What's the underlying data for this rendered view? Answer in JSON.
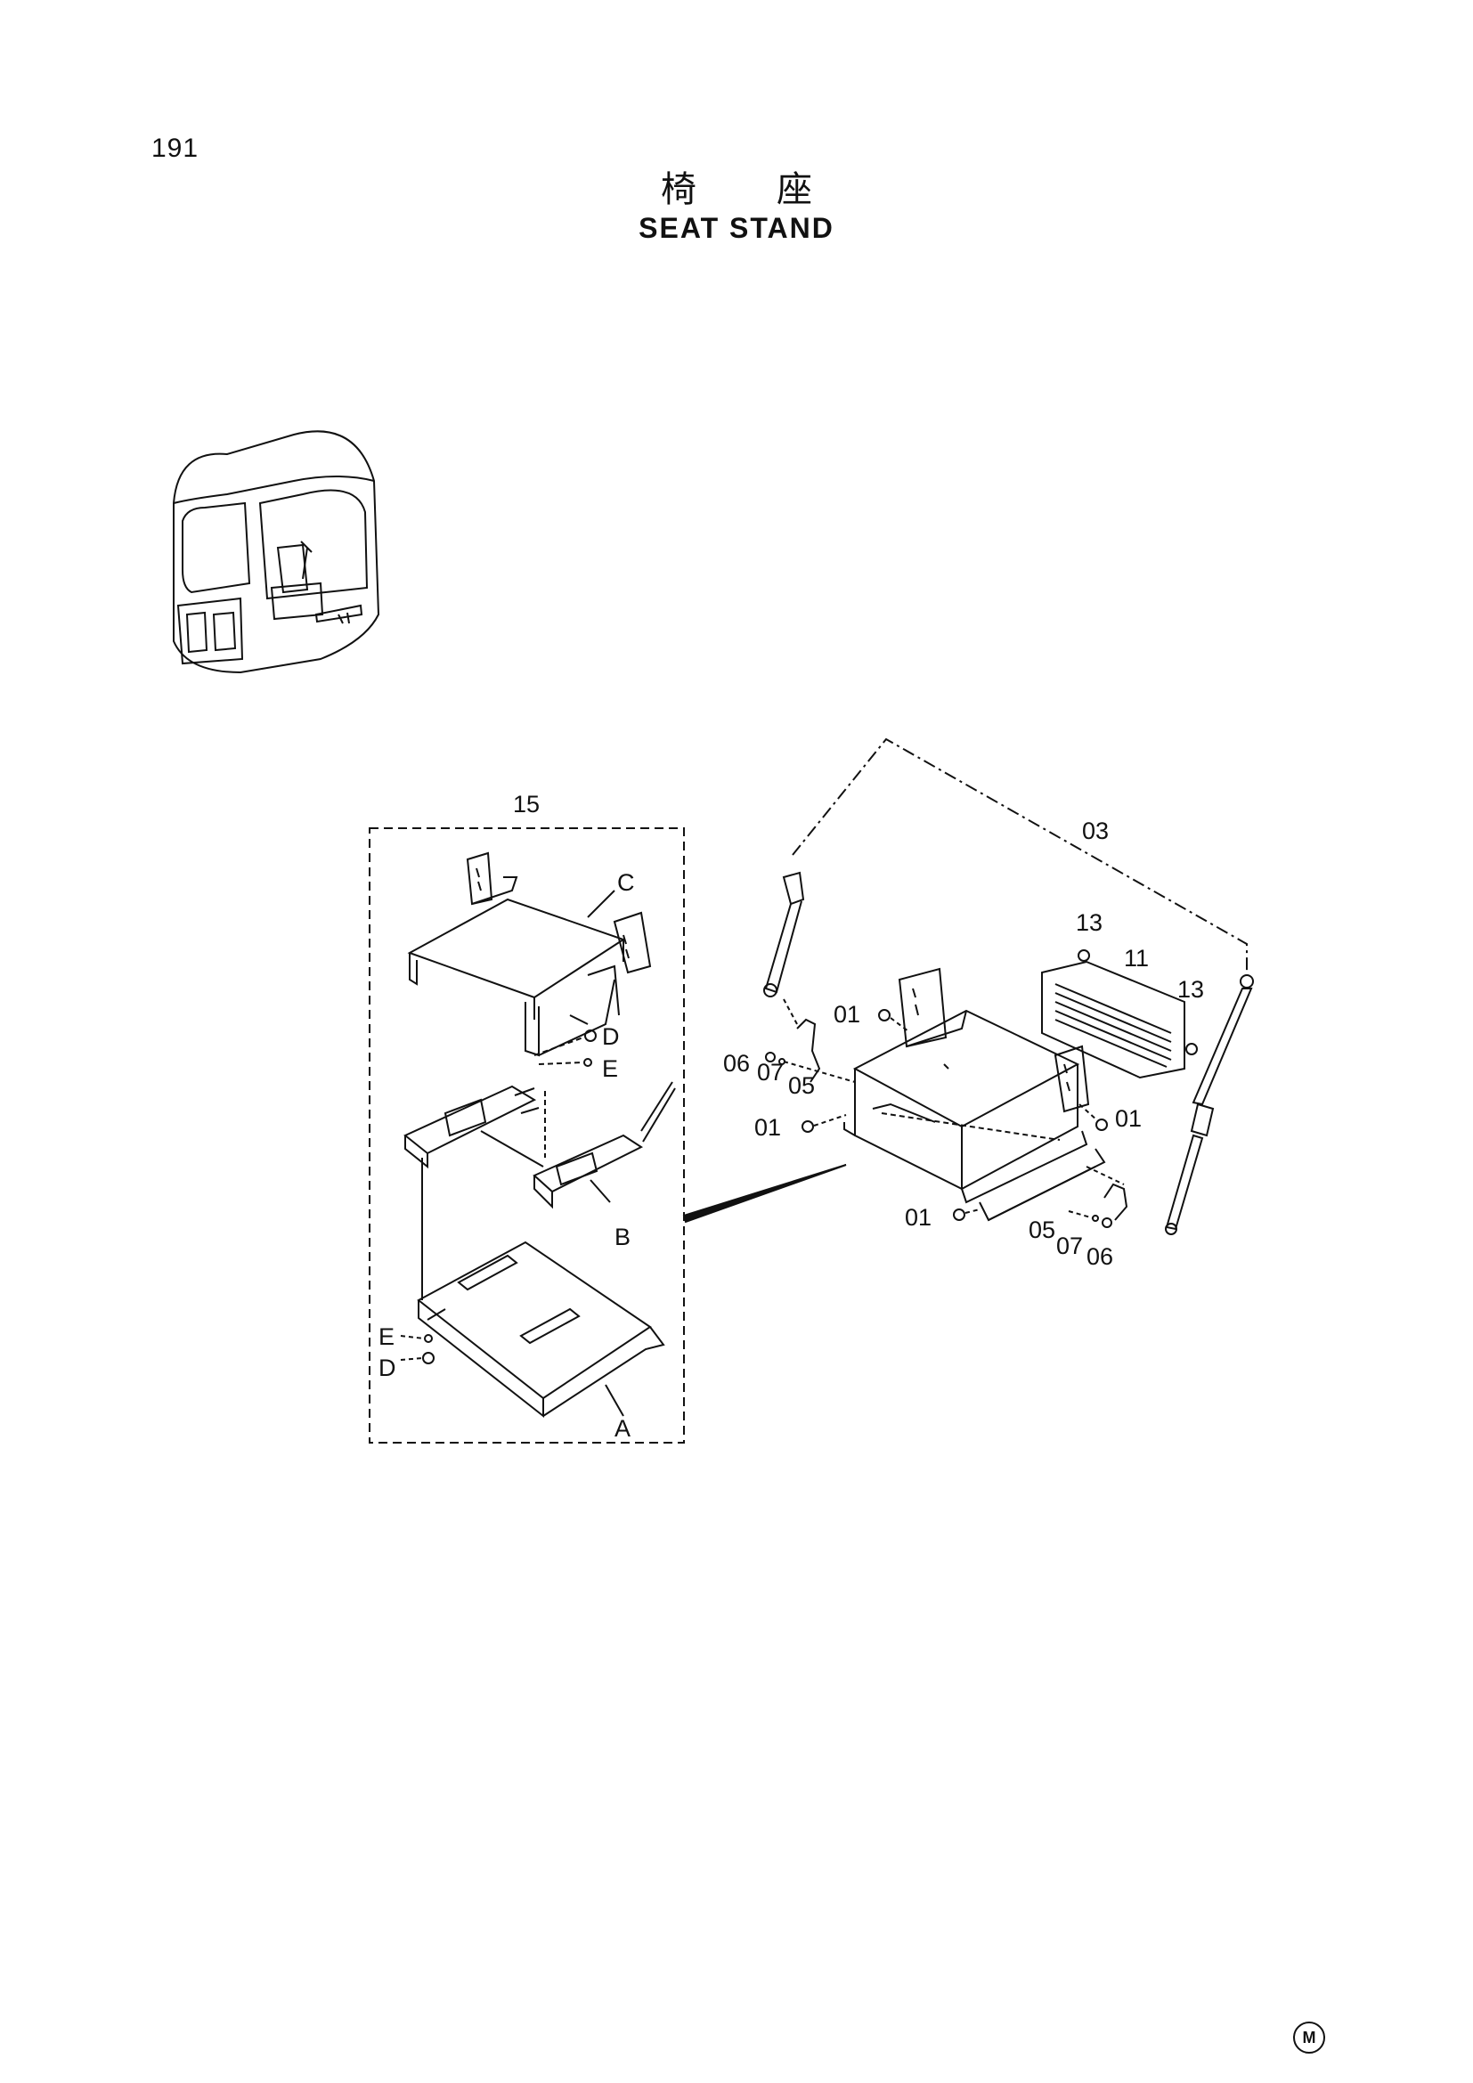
{
  "page": {
    "number": "191",
    "logo": "M"
  },
  "title": {
    "jp": [
      "椅",
      "座"
    ],
    "en": "SEAT STAND"
  },
  "labels": {
    "assembly": "15",
    "a": "A",
    "b": "B",
    "c": "C",
    "d": "D",
    "e": "E",
    "p01": "01",
    "p03": "03",
    "p05": "05",
    "p06": "06",
    "p07": "07",
    "p11": "11",
    "p13": "13"
  }
}
